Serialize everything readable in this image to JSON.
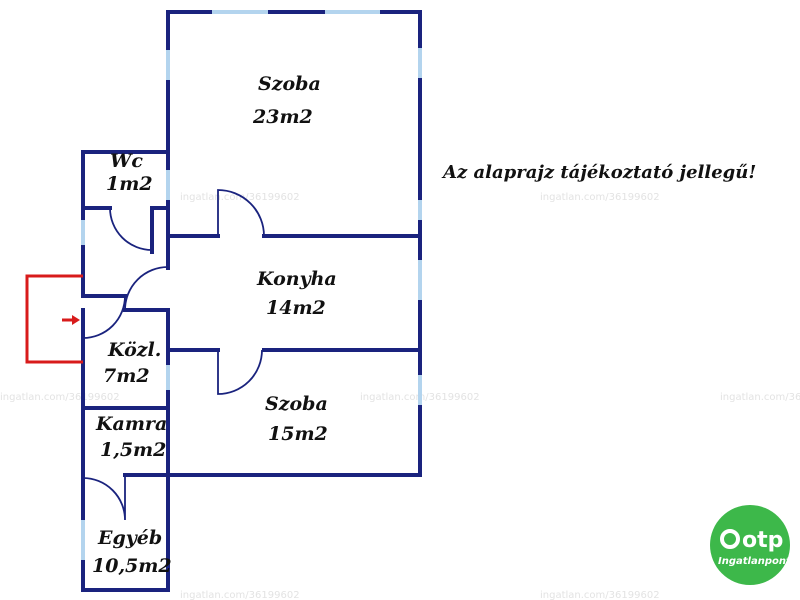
{
  "rooms": [
    {
      "name": "Szoba",
      "area": "23m2"
    },
    {
      "name": "Wc",
      "area": "1m2"
    },
    {
      "name": "Konyha",
      "area": "14m2"
    },
    {
      "name": "Közl.",
      "area": "7m2"
    },
    {
      "name": "Szoba",
      "area": "15m2"
    },
    {
      "name": "Kamra",
      "area": "1,5m2"
    },
    {
      "name": "Egyéb",
      "area": "10,5m2"
    }
  ],
  "note": "Az alaprajz tájékoztató jellegű!",
  "watermark": "ingatlan.com/36199602",
  "logo": {
    "brand": "otp",
    "sub": "Ingatlanpont",
    "color": "#3db84a"
  },
  "colors": {
    "wall": "#1a237e",
    "window": "#b3d4ee",
    "entry": "#d81b1b"
  }
}
